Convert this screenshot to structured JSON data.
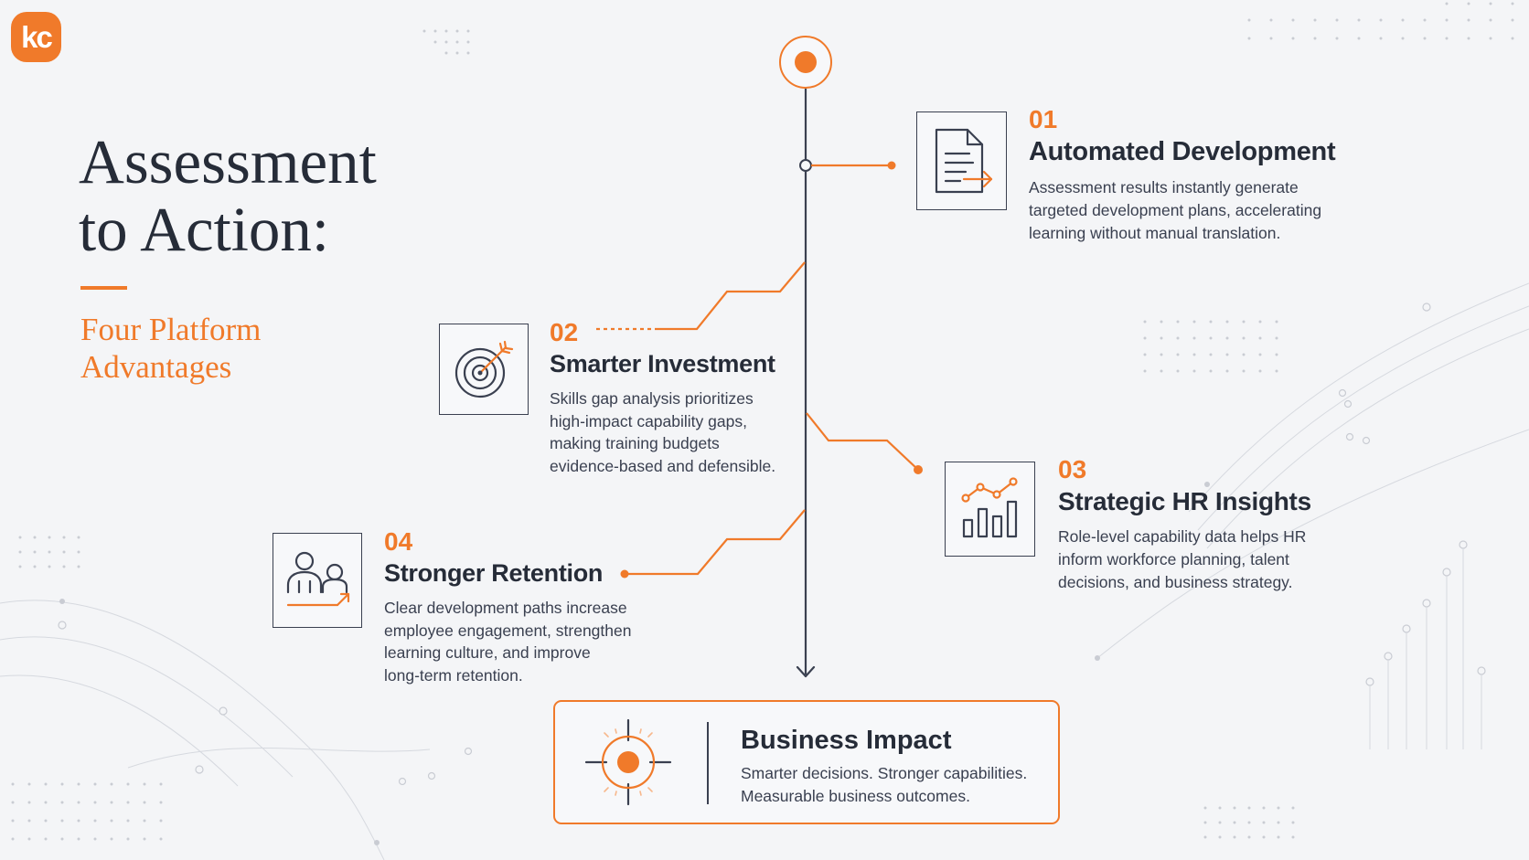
{
  "brand": {
    "logo_text": "kc"
  },
  "colors": {
    "accent": "#f07a2a",
    "ink": "#2a3040",
    "background": "#f4f5f7"
  },
  "title": {
    "line1": "Assessment",
    "line2": "to Action:"
  },
  "subtitle": {
    "line1": "Four Platform",
    "line2": "Advantages"
  },
  "advantages": [
    {
      "number": "01",
      "heading": "Automated Development",
      "icon": "document-arrow-icon",
      "description": [
        "Assessment results instantly generate",
        "targeted development plans, accelerating",
        "learning without manual translation."
      ]
    },
    {
      "number": "02",
      "heading": "Smarter Investment",
      "icon": "target-arrow-icon",
      "description": [
        "Skills gap analysis prioritizes",
        "high-impact capability gaps,",
        "making training budgets",
        "evidence-based and defensible."
      ]
    },
    {
      "number": "03",
      "heading": "Strategic HR Insights",
      "icon": "bar-chart-trend-icon",
      "description": [
        "Role-level capability data helps HR",
        "inform workforce planning, talent",
        "decisions, and business strategy."
      ]
    },
    {
      "number": "04",
      "heading": "Stronger Retention",
      "icon": "people-growth-icon",
      "description": [
        "Clear development paths increase",
        "employee engagement, strengthen",
        "learning culture, and improve",
        "long-term retention."
      ]
    }
  ],
  "impact": {
    "heading": "Business Impact",
    "icon": "crosshair-target-icon",
    "description": [
      "Smarter decisions. Stronger capabilities.",
      "Measurable business outcomes."
    ]
  }
}
